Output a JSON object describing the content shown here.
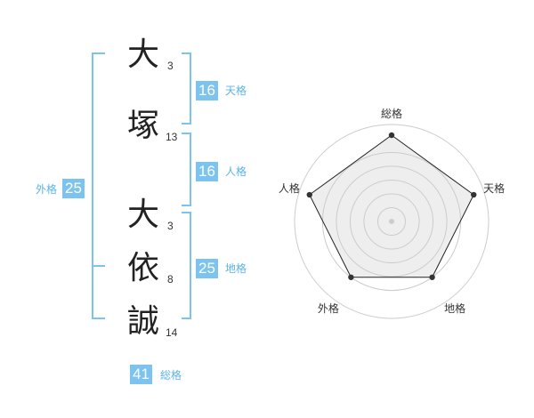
{
  "name": {
    "surname": [
      {
        "char": "大",
        "strokes": "3"
      },
      {
        "char": "塚",
        "strokes": "13"
      }
    ],
    "given": [
      {
        "char": "大",
        "strokes": "3"
      },
      {
        "char": "依",
        "strokes": "8"
      },
      {
        "char": "誠",
        "strokes": "14"
      }
    ]
  },
  "fortunes": {
    "tenkaku": {
      "value": "16",
      "label": "天格"
    },
    "jinkaku": {
      "value": "16",
      "label": "人格"
    },
    "chikaku": {
      "value": "25",
      "label": "地格"
    },
    "gaikaku": {
      "value": "25",
      "label": "外格"
    },
    "soukaku": {
      "value": "41",
      "label": "総格"
    }
  },
  "colors": {
    "accent": "#7cc4ef",
    "accent_text": "#5bb3e6",
    "radar_fill": "#eeeeee",
    "radar_grid": "#cccccc",
    "radar_line": "#222222"
  },
  "chart_data": {
    "type": "radar",
    "categories": [
      "総格",
      "天格",
      "地格",
      "外格",
      "人格"
    ],
    "values": [
      5,
      5,
      4,
      4,
      5
    ],
    "rmax": 5,
    "grid_levels": 5,
    "grid": true
  }
}
